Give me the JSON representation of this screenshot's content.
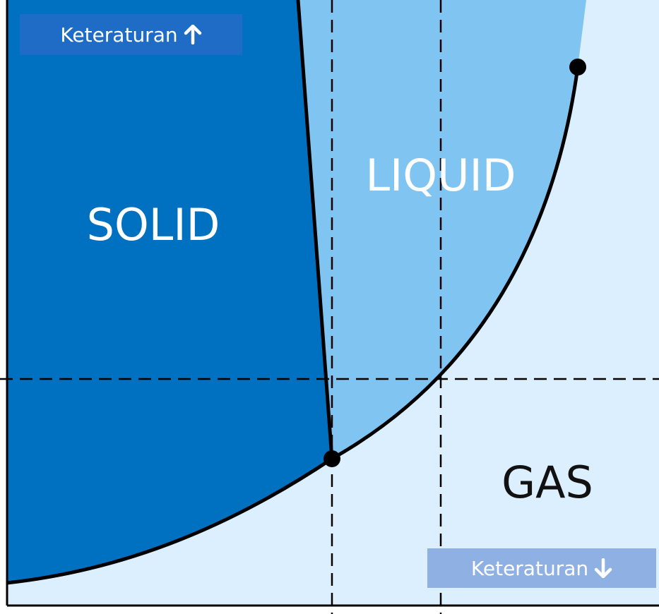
{
  "labels": {
    "solid": "SOLID",
    "liquid": "LIQUID",
    "gas": "GAS"
  },
  "badges": {
    "top": {
      "text": "Keteraturan",
      "icon": "arrow-up-icon"
    },
    "bottom": {
      "text": "Keteraturan",
      "icon": "arrow-down-icon"
    }
  },
  "colors": {
    "solid": "#0070c0",
    "liquid": "#80c4f2",
    "gas": "#dcefff",
    "lines": "#000000",
    "label_light": "#ffffff",
    "label_dark": "#111111",
    "badge_top": "#1f6cc7",
    "badge_bottom": "#8fb0e3"
  }
}
